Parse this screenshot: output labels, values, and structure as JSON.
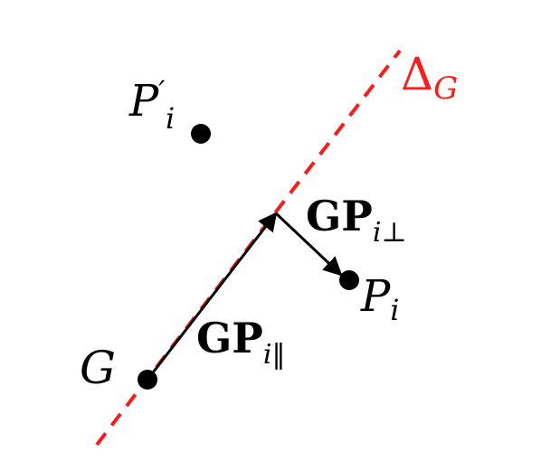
{
  "colors": {
    "axis": "#ff1a1a",
    "ink": "#000000",
    "background": "#ffffff"
  },
  "labels": {
    "axis_symbol": "Δ",
    "axis_subscript": "G",
    "point_prime_letter": "P",
    "point_prime_mark": "′",
    "point_prime_subscript": "i",
    "center_letter": "G",
    "point_letter": "P",
    "point_subscript": "i",
    "vec_par_main": "GP",
    "vec_par_sub": "i‖",
    "vec_perp_main": "GP",
    "vec_perp_sub": "i⊥"
  }
}
